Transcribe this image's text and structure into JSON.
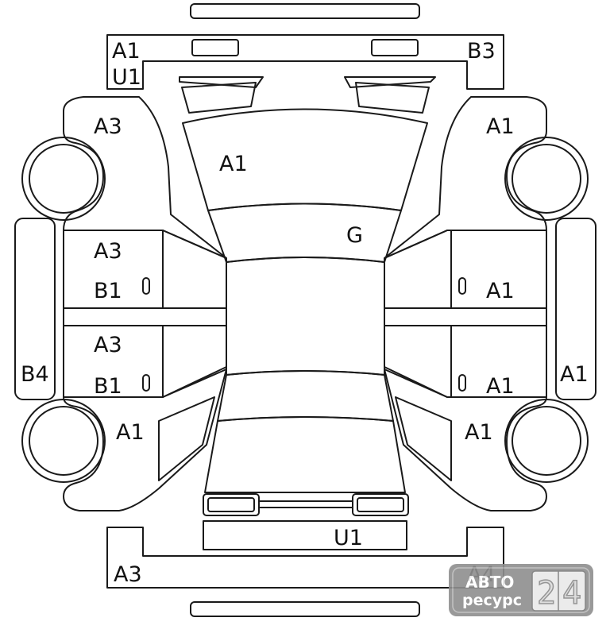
{
  "labels": {
    "front_bumper_left": "A1",
    "front_bumper_right": "B3",
    "front_bumper_lower": "U1",
    "front_left_fender": "A3",
    "front_right_fender": "A1",
    "hood": "A1",
    "windshield": "G",
    "left_front_door_1": "A3",
    "left_front_door_2": "B1",
    "left_rear_door_1": "A3",
    "left_rear_door_2": "B1",
    "left_sill": "B4",
    "right_front_door": "A1",
    "right_rear_door": "A1",
    "right_sill": "A1",
    "left_rear_quarter": "A1",
    "right_rear_quarter": "A1",
    "trunk": "U1",
    "rear_bumper_left": "A3",
    "rear_bumper_right": "A4"
  },
  "watermark": {
    "line1": "АВТО",
    "line2": "ресурс",
    "digit1": "2",
    "digit2": "4"
  }
}
